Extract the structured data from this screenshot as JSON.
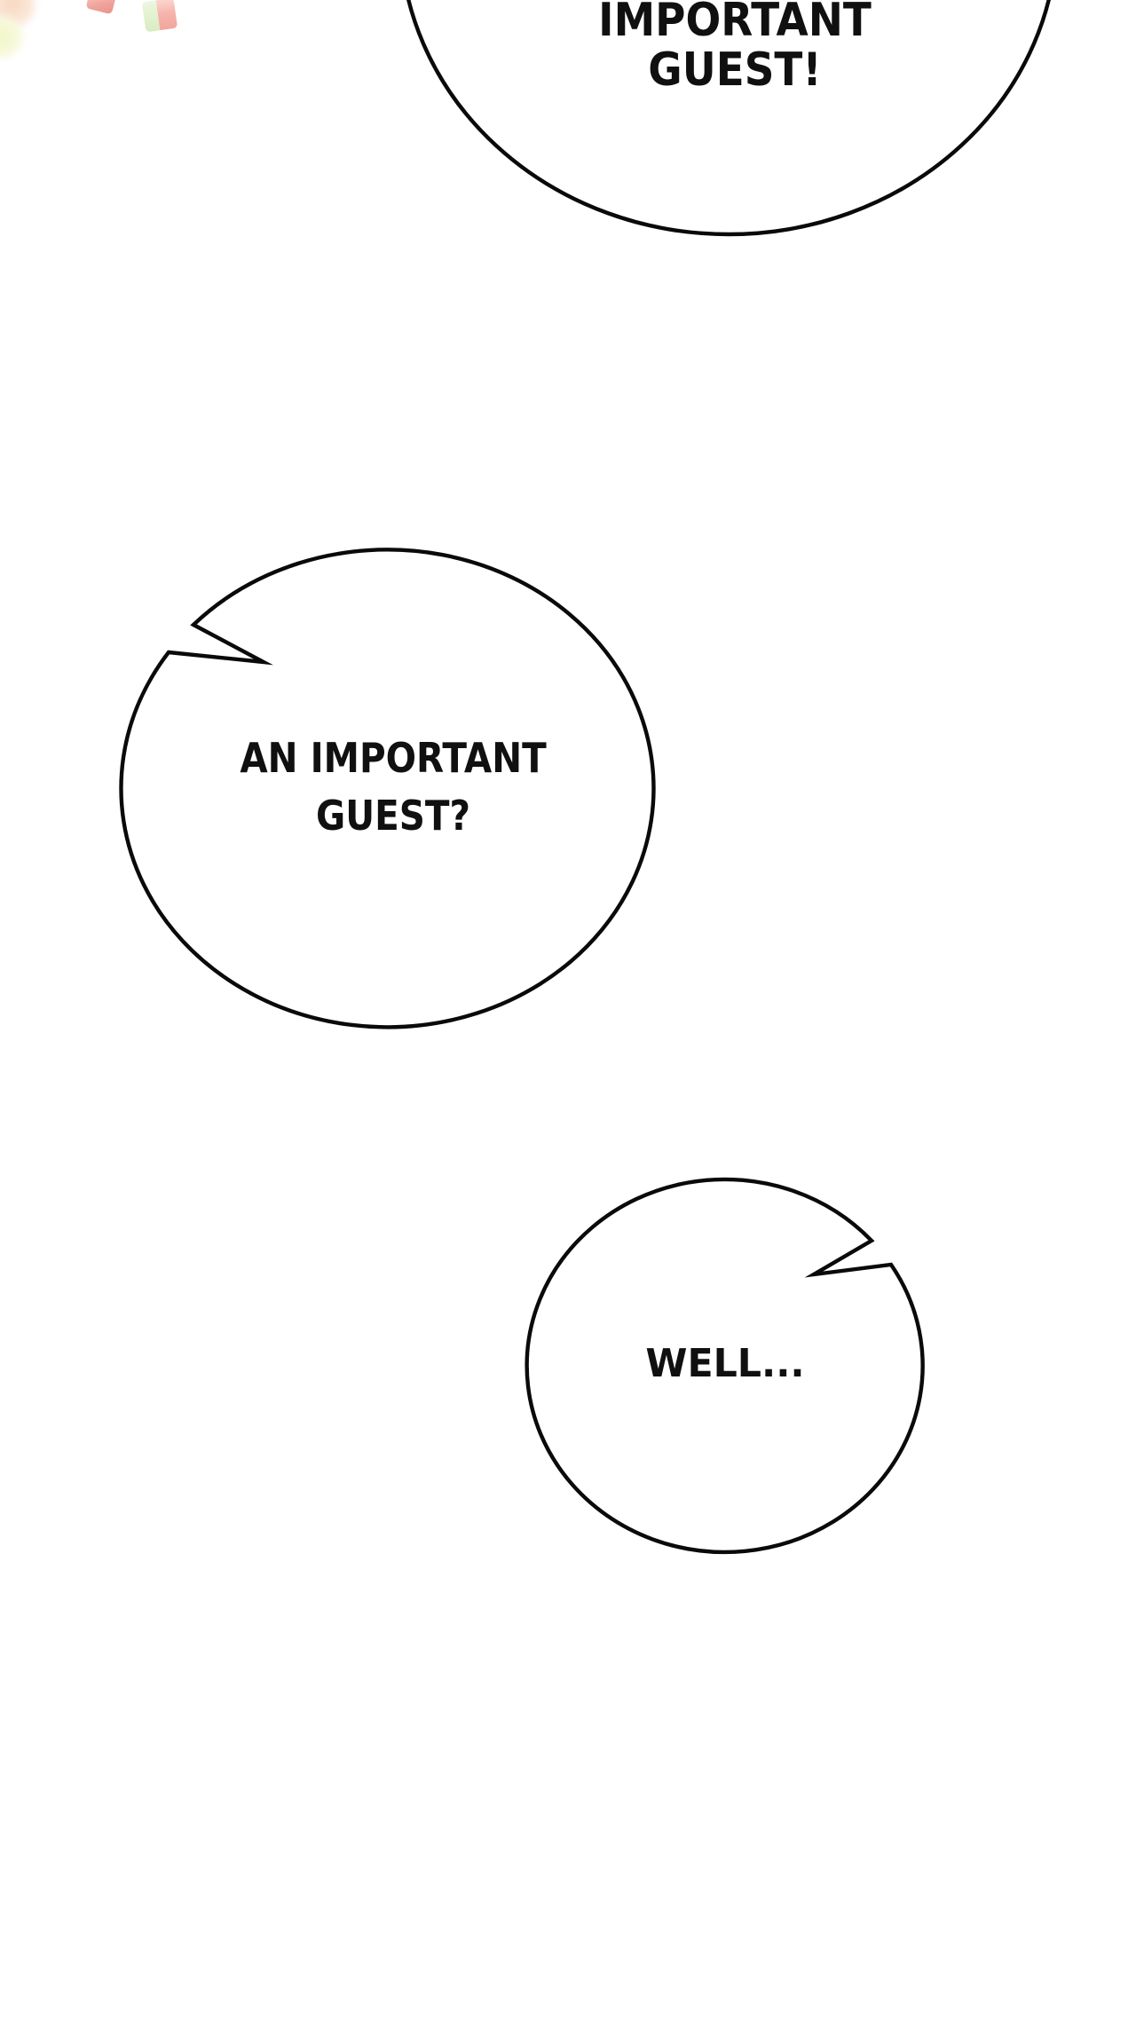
{
  "page": {
    "kind": "webtoon-comic-panel",
    "background": "#ffffff"
  },
  "bubbles": {
    "top": {
      "text": "IMPORTANT GUEST!",
      "shape": "ellipse-clipped-at-top"
    },
    "middle": {
      "text": "AN IMPORTANT\nGUEST?",
      "shape": "circle-with-tail-upper-left"
    },
    "bottom": {
      "text": "WELL...",
      "shape": "circle-with-tail-upper-right"
    }
  },
  "decor": {
    "confetti": [
      {
        "name": "peach-blob",
        "color": "#f8d8bf"
      },
      {
        "name": "green-blob",
        "color": "#f1f6c6"
      },
      {
        "name": "pink-cube",
        "color": "#f0a49c"
      },
      {
        "name": "green-pink-cube",
        "colors": [
          "#e3f2d0",
          "#f6b5ad"
        ]
      }
    ]
  },
  "colors": {
    "background": "#ffffff",
    "bubble_outline": "#0a0a0a",
    "bubble_fill": "#ffffff",
    "lettering": "#101010",
    "confetti_pink": "#f0a49c",
    "confetti_pink_light": "#f9d2cb",
    "confetti_green": "#e3f2d0",
    "blob_peach": "#f8d8bf",
    "blob_green": "#f1f6c6"
  }
}
